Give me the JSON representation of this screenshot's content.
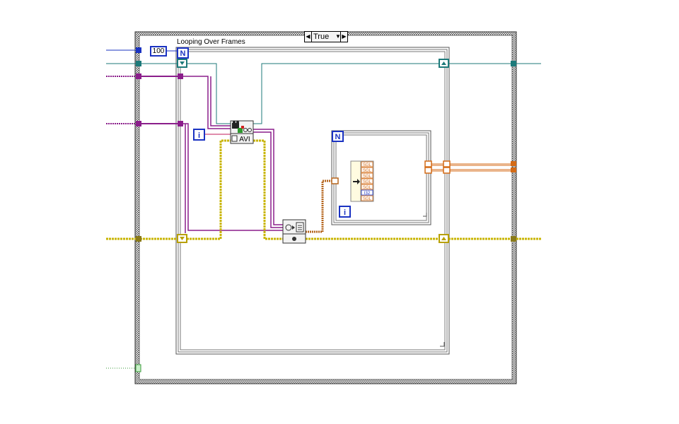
{
  "case_structure": {
    "selector_value": "True",
    "left_arrow": "◀",
    "right_arrow": "▶",
    "dropdown_arrow": "▼"
  },
  "outer_loop": {
    "label": "Looping Over Frames",
    "count_terminal": "N",
    "iteration_terminal": "i",
    "count_constant": "100"
  },
  "inner_loop": {
    "count_terminal": "N",
    "iteration_terminal": "i"
  },
  "avi_node": {
    "label": "AVI"
  },
  "unbundle_node": {
    "element_types": [
      "SGL",
      "SGL",
      "SGL",
      "SGL",
      "SGL",
      "I32",
      "SGL"
    ]
  },
  "colors": {
    "wire_purple": "#8b1e8b",
    "wire_teal": "#1d7a7a",
    "wire_orange": "#d46a15",
    "wire_yellow": "#c8b400",
    "terminal_blue": "#1b33c2",
    "wire_green": "#3a9a3a"
  }
}
